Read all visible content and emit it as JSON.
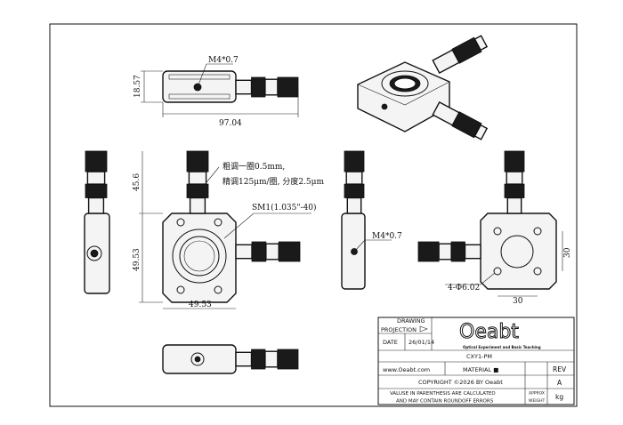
{
  "annotations": {
    "top_thread": "M4*0.7",
    "height_top": "18.57",
    "length_top": "97.04",
    "height_front_upper": "45.6",
    "height_front": "49.53",
    "width_front": "49.53",
    "coarse_note": "粗调一圈0.5mm,",
    "fine_note": "精调125μm/圈, 分度2.5μm",
    "sm1_thread": "SM1(1.035\"-40)",
    "side_thread": "M4*0.7",
    "hole_spacing_v": "30",
    "hole_spacing_h": "30",
    "holes": "4-Φ6.02"
  },
  "title_block": {
    "drawing_projection": "DRAWING PROJECTION",
    "drawing": "DRAWING",
    "projection": "PROJECTION",
    "date_label": "DATE",
    "date": "26/01/14",
    "logo": "Oeabt",
    "tagline": "Optical Experiment and Basic Teaching",
    "part_number": "CXY1-PM",
    "website": "www.Oeabt.com",
    "material": "MATERIAL ■",
    "rev_label": "REV",
    "rev": "A",
    "copyright": "COPYRIGHT ©2026 BY Oeabt",
    "note_line1": "VALUSE IN PARENTHESIS ARE CALCULATED",
    "note_line2": "AND MAY CONTAIN ROUNDOFF ERRORS",
    "approx": "APPROX",
    "weight": "WEIGHT",
    "unit": "kg"
  }
}
